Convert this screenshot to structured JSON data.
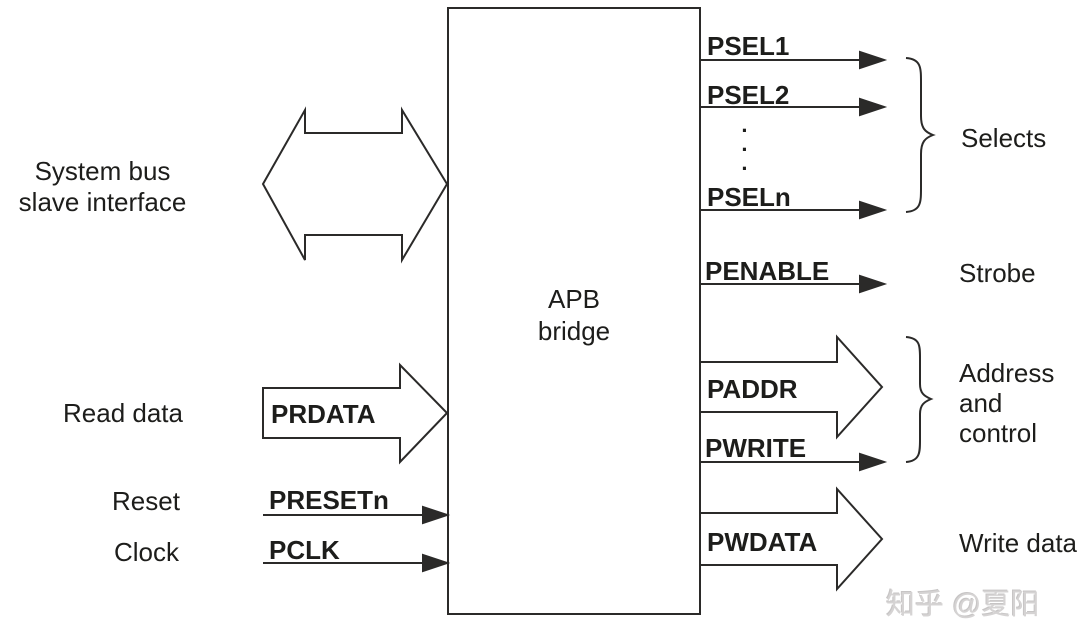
{
  "diagram": {
    "block": {
      "label": "APB\nbridge"
    },
    "left": {
      "system_bus_label": "System bus\nslave interface",
      "read_data_label": "Read data",
      "reset_label": "Reset",
      "clock_label": "Clock",
      "prdata": "PRDATA",
      "presetn": "PRESETn",
      "pclk": "PCLK"
    },
    "right": {
      "psel1": "PSEL1",
      "psel2": "PSEL2",
      "ellipsis": "·\n·\n·",
      "pseln": "PSELn",
      "penable": "PENABLE",
      "paddr": "PADDR",
      "pwrite": "PWRITE",
      "pwdata": "PWDATA",
      "selects_label": "Selects",
      "strobe_label": "Strobe",
      "address_control_label": "Address\nand\ncontrol",
      "write_data_label": "Write data"
    },
    "watermark": "知乎 @夏阳",
    "colors": {
      "line": "#2b2a29",
      "text": "#1d1d1b",
      "watermark": "#d5d3d3",
      "background": "#ffffff"
    }
  }
}
